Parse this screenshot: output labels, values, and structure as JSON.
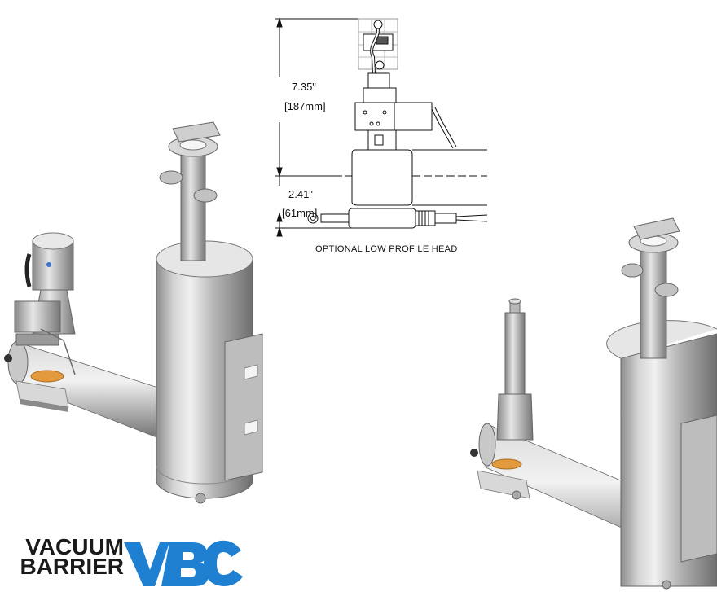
{
  "drawing": {
    "upper_dimension": {
      "value": "7.35\"",
      "metric": "[187mm]"
    },
    "lower_dimension": {
      "value": "2.41\"",
      "metric": "[61mm]"
    },
    "caption": "OPTIONAL LOW PROFILE HEAD"
  },
  "brand": {
    "line1": "VACUUM",
    "line2": "BARRIER",
    "logo_text": "VBC",
    "color": "#1f7fd0"
  },
  "colors": {
    "steel_light": "#e3e3e3",
    "steel_mid": "#a8a8a8",
    "steel_dark": "#6d6d6d",
    "orange_gasket": "#e39a3c"
  }
}
